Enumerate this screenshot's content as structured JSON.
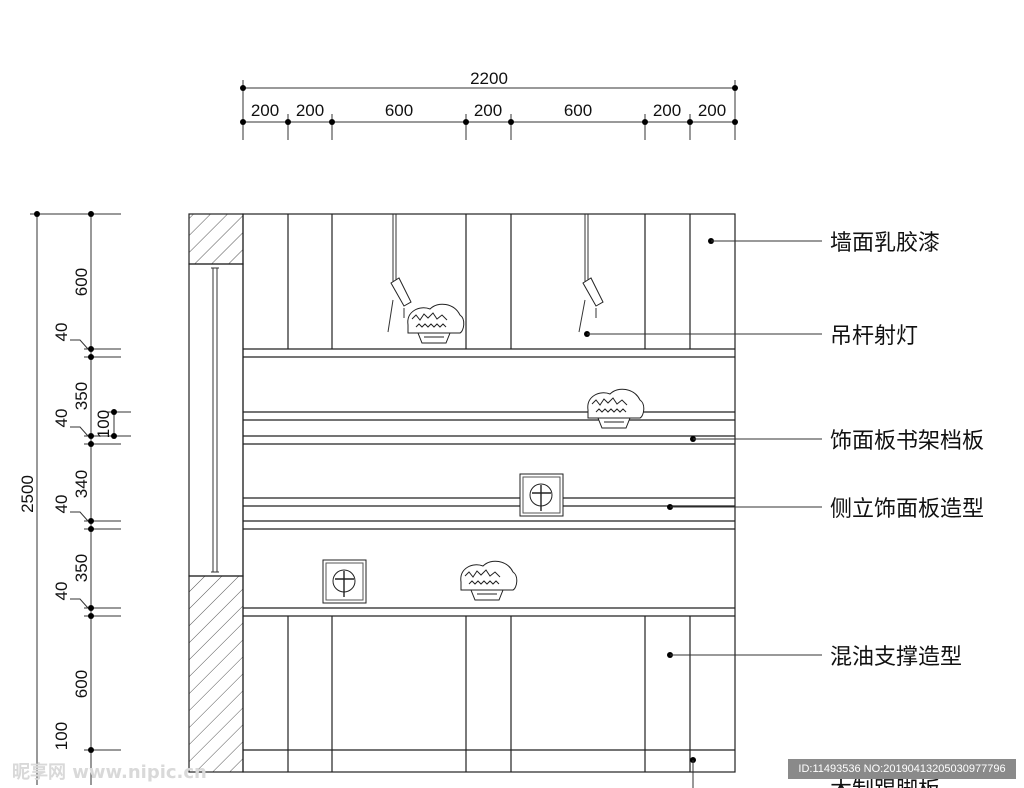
{
  "dimensions": {
    "overall_width": "2200",
    "top_segments": [
      "200",
      "200",
      "600",
      "200",
      "600",
      "200",
      "200"
    ],
    "overall_height": "2500",
    "left_segments": [
      "600",
      "40",
      "350",
      "40",
      "340",
      "40",
      "350",
      "40",
      "600",
      "100"
    ],
    "inner_small": "100"
  },
  "callouts": [
    "墙面乳胶漆",
    "吊杆射灯",
    "饰面板书架档板",
    "侧立饰面板造型",
    "混油支撑造型",
    "木制踢脚板"
  ],
  "watermark": {
    "left": "昵享网 www.nipic.cn",
    "right": "ID:11493536 NO:20190413205030977796"
  }
}
